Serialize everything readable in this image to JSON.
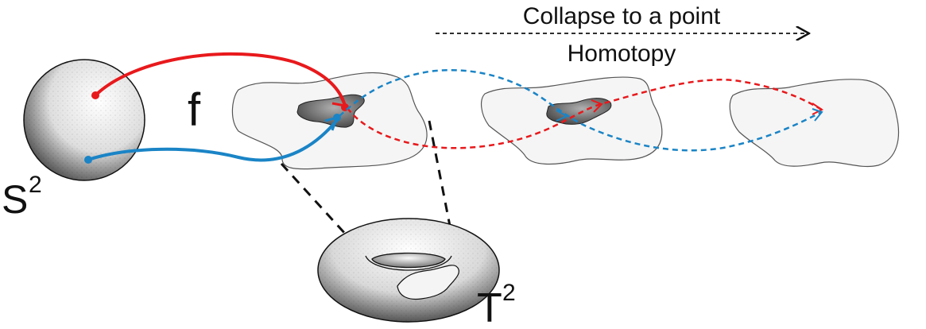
{
  "labels": {
    "sphere": "S",
    "sphere_sup": "2",
    "map": "f",
    "torus": "T",
    "torus_sup": "2",
    "collapse": "Collapse to a point",
    "homotopy": "Homotopy"
  },
  "colors": {
    "red_path": "#e8191c",
    "blue_path": "#1a84c6",
    "outline": "#555555",
    "blob_fill": "#f5f5f5",
    "ink": "#111111"
  }
}
